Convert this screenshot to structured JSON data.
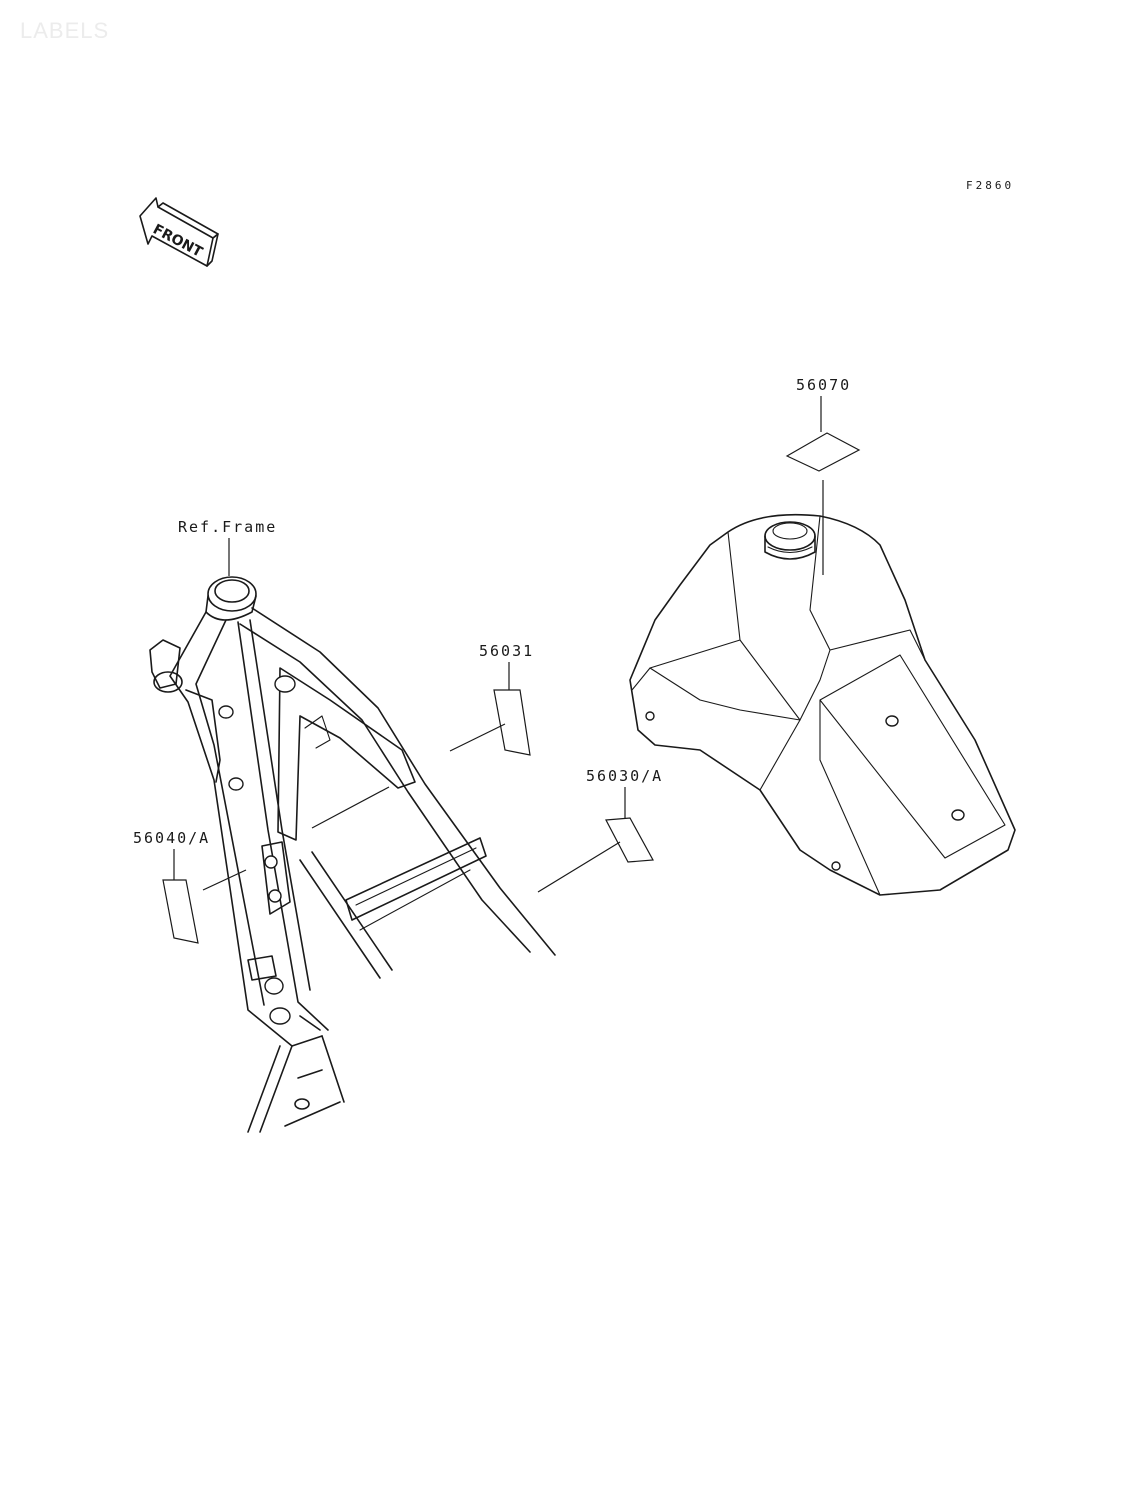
{
  "watermark": "LABELS",
  "figure_code": "F2860",
  "direction_arrow": {
    "label": "FRONT",
    "icon": "front-arrow-icon"
  },
  "callouts": {
    "ref_frame": "Ref.Frame",
    "part_56070": "56070",
    "part_56031": "56031",
    "part_56030": "56030/A",
    "part_56040": "56040/A"
  },
  "colors": {
    "line": "#1a1a1a",
    "background": "#ffffff",
    "watermark": "#ececec"
  }
}
